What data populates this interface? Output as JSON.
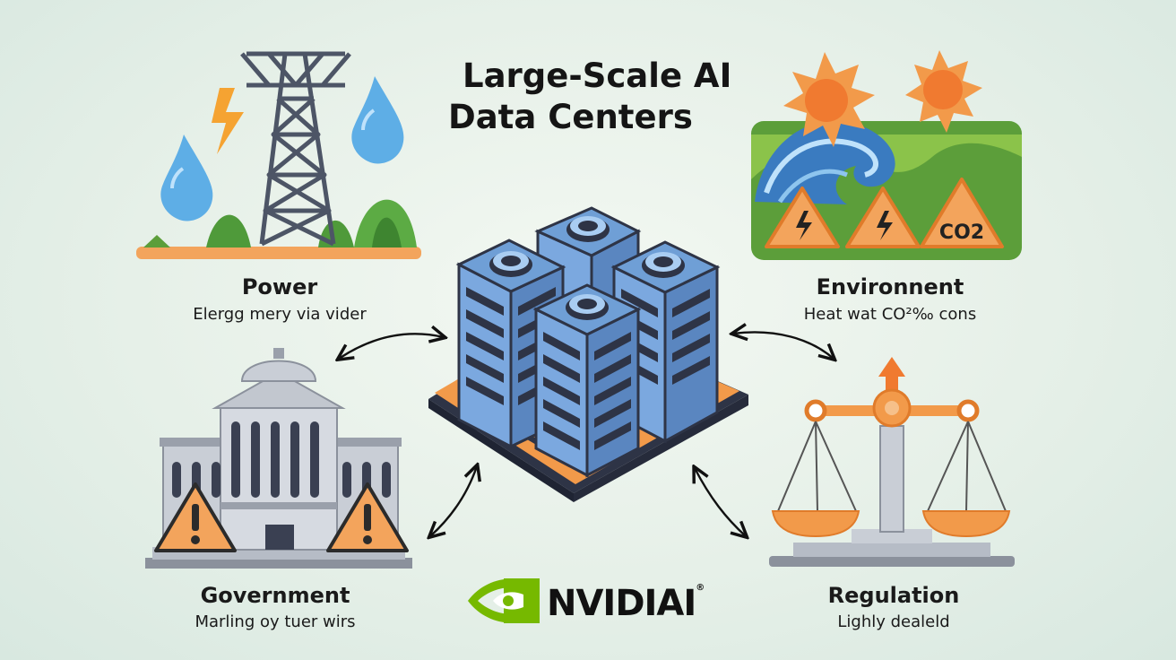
{
  "title": {
    "line1": "Large-Scale AI",
    "line2": "Data Centers"
  },
  "nodes": {
    "power": {
      "label": "Power",
      "sub": "Elergg mery via vider"
    },
    "environment": {
      "label": "Environnent",
      "sub": "Heat wat CO²‰ cons"
    },
    "government": {
      "label": "Government",
      "sub": "Marling oy tuer wirs"
    },
    "regulation": {
      "label": "Regulation",
      "sub": "Lighly dealeld"
    }
  },
  "environment_badge": "CO2",
  "logo": {
    "text": "NVIDIAI",
    "mark": "®"
  },
  "colors": {
    "server_blue": "#6f9fd6",
    "server_dark": "#3a4f73",
    "base_orange": "#f29a4a",
    "warning_orange": "#f3a45c",
    "nvidia_green": "#76b900",
    "water_blue": "#5eaee6",
    "grass_green": "#5c9e3a"
  },
  "icons": [
    "power-tower-icon",
    "water-drop-icon",
    "lightning-icon",
    "sun-icon",
    "wave-icon",
    "warning-icon",
    "government-building-icon",
    "scales-icon",
    "server-cluster-icon",
    "nvidia-eye-icon",
    "double-arrow-icon"
  ]
}
